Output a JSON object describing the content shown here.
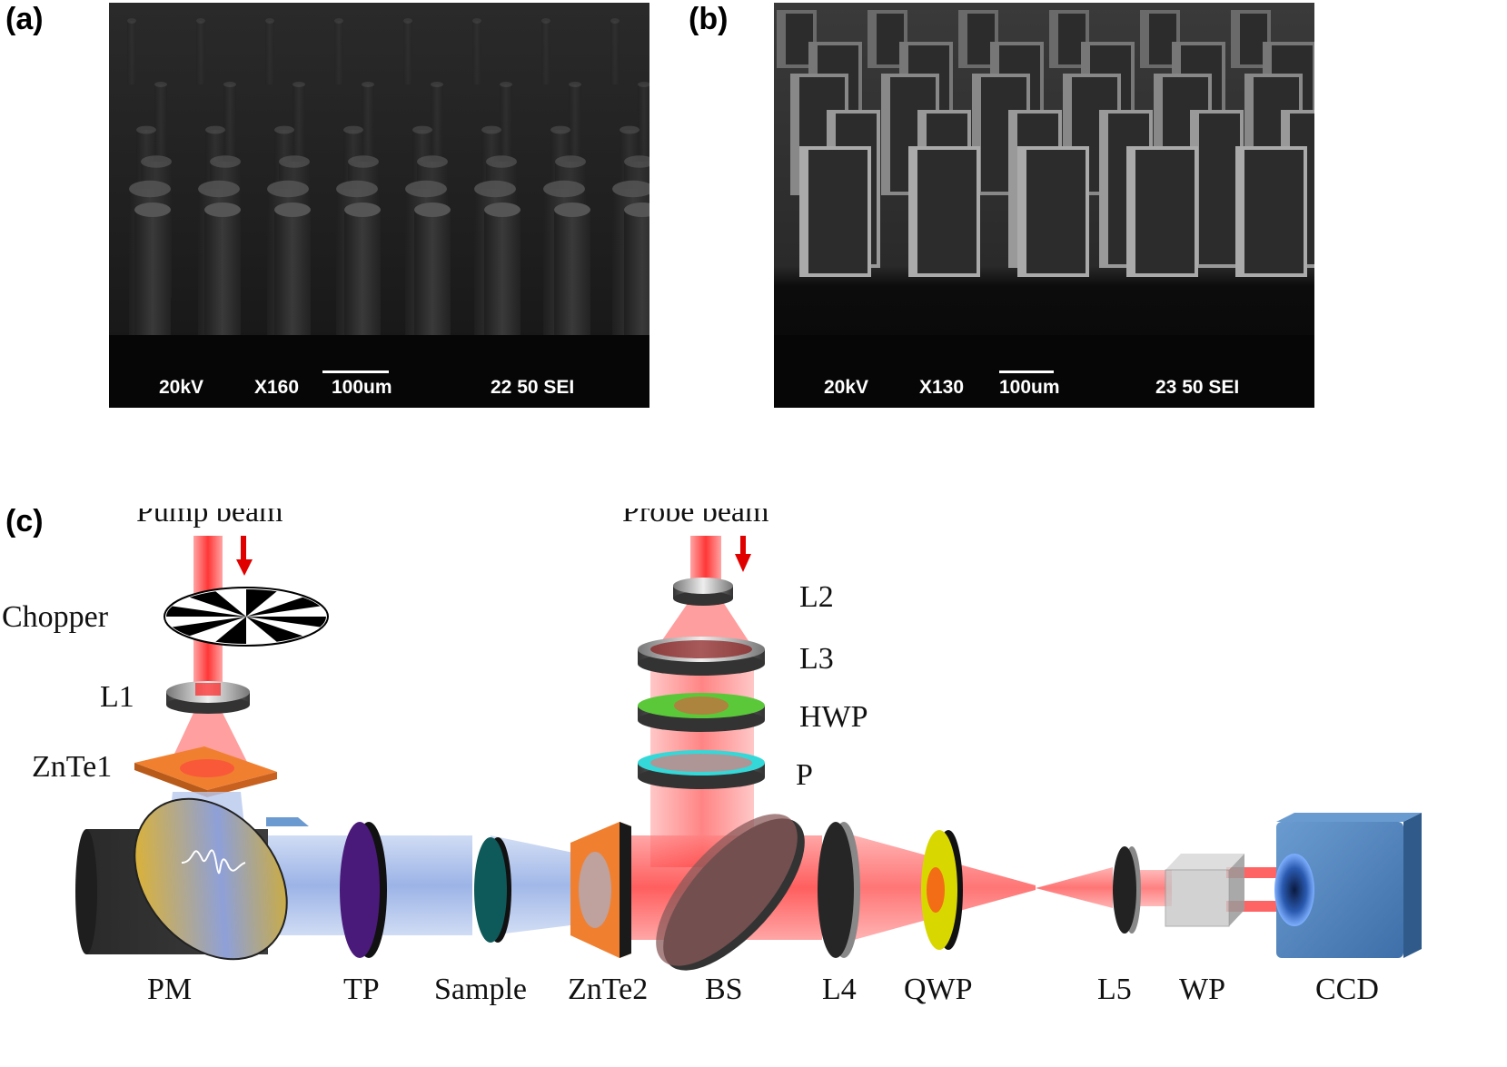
{
  "panels": {
    "a": {
      "tag": "(a)",
      "sem": {
        "voltage": "20kV",
        "magnification": "X160",
        "scale": "100um",
        "info": "22 50 SEI"
      }
    },
    "b": {
      "tag": "(b)",
      "sem": {
        "voltage": "20kV",
        "magnification": "X130",
        "scale": "100um",
        "info": "23 50 SEI"
      }
    },
    "c": {
      "tag": "(c)",
      "beams": {
        "pump": "Pump beam",
        "probe": "Probe beam"
      },
      "side_labels": {
        "chopper": "Chopper",
        "l1": "L1",
        "znte1": "ZnTe1",
        "l2": "L2",
        "l3": "L3",
        "hwp": "HWP",
        "p": "P"
      },
      "bottom_labels": [
        "PM",
        "TP",
        "Sample",
        "ZnTe2",
        "BS",
        "L4",
        "QWP",
        "L5",
        "WP",
        "CCD"
      ]
    }
  },
  "colors": {
    "terahertz_beam": "#9fb8e8",
    "laser_beam": "#ff2a2a",
    "znte": "#f08030",
    "tp": "#4a1a7a",
    "sample": "#0e5a5a",
    "hwp": "#5bc83a",
    "polarizer": "#35d8d8",
    "qwp": "#d8d800",
    "ccd": "#4a7fb5",
    "pm_mirror": "#f0b000"
  }
}
